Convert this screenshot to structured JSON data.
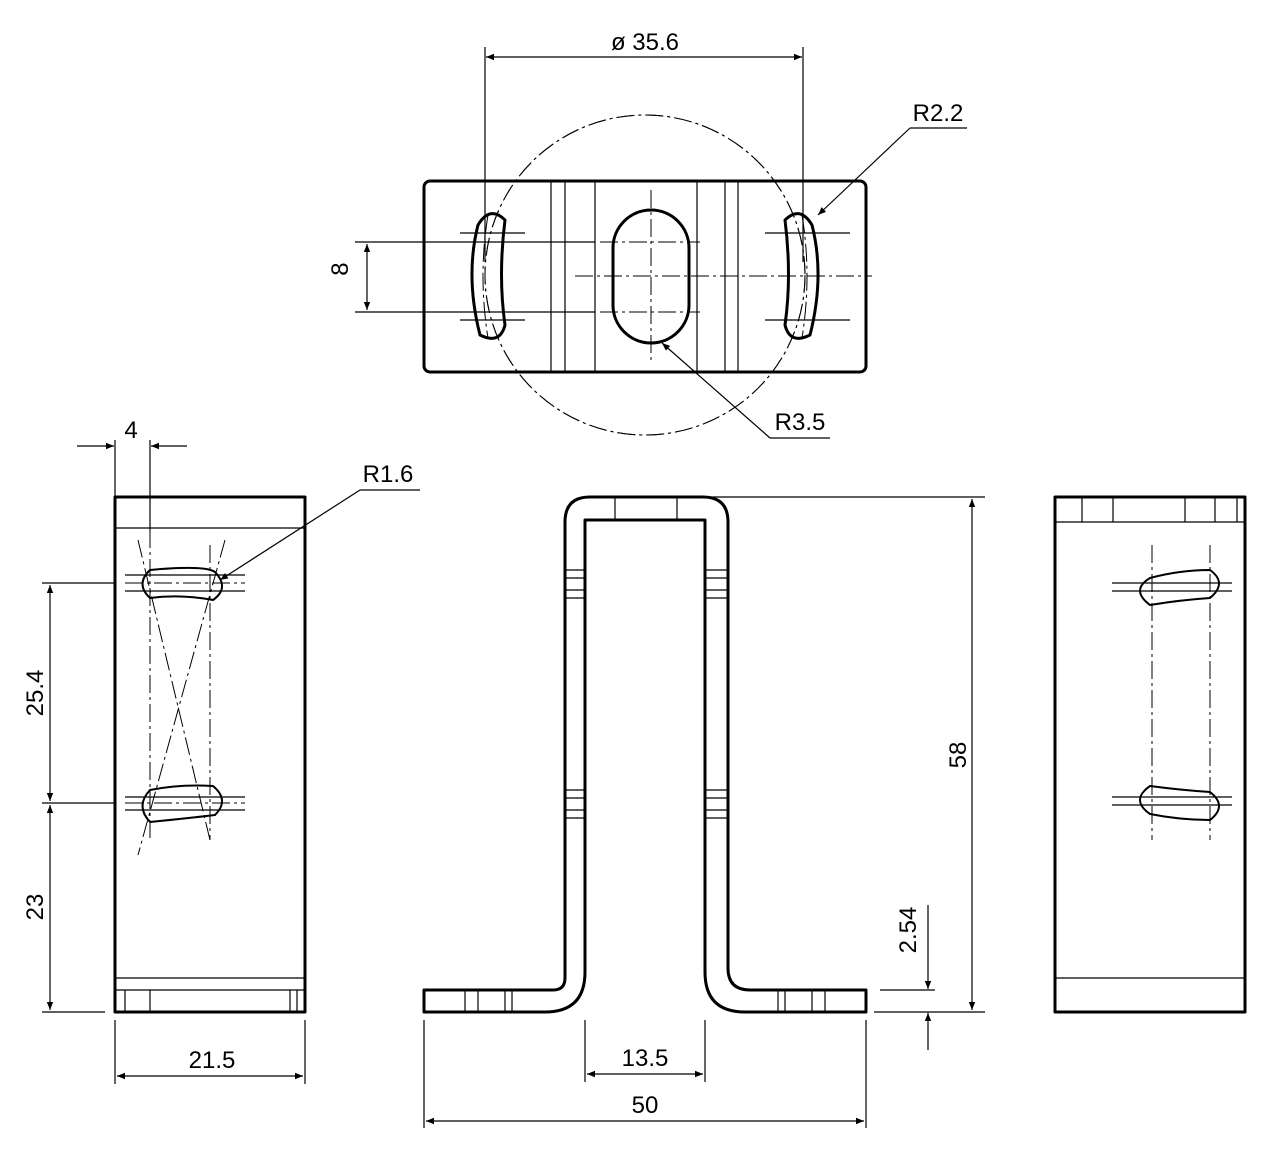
{
  "title": "Mounting bracket technical drawing",
  "dimensions": {
    "hole_circle": "ø 35.6",
    "slot_radius_outer": "R2.2",
    "slot_spacing": "8",
    "center_slot_radius": "R3.5",
    "offset": "4",
    "side_slot_radius": "R1.6",
    "slot_pitch": "25.4",
    "bottom_offset": "23",
    "width": "21.5",
    "height": "58",
    "thickness": "2.54",
    "inner_width": "13.5",
    "overall_length": "50"
  }
}
